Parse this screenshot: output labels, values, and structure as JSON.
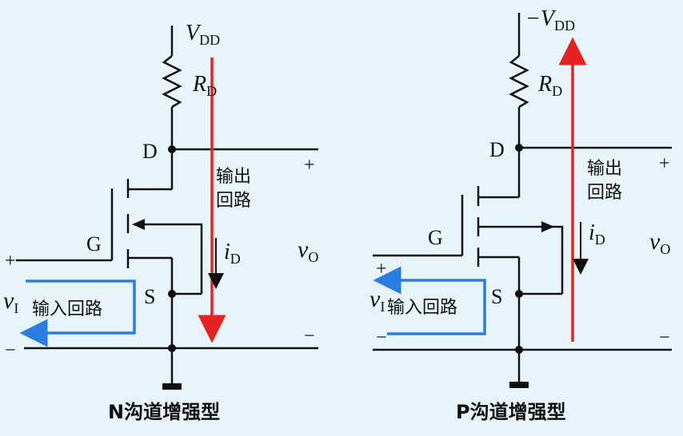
{
  "left_circuit": {
    "supply": "V",
    "supply_sub": "DD",
    "resistor": "R",
    "resistor_sub": "D",
    "drain": "D",
    "gate": "G",
    "source": "S",
    "output_loop_line1": "输出",
    "output_loop_line2": "回路",
    "current": "i",
    "current_sub": "D",
    "output_voltage": "v",
    "output_voltage_sub": "O",
    "input_voltage": "v",
    "input_voltage_sub": "I",
    "input_loop": "输入回路",
    "plus": "+",
    "minus": "−",
    "caption": "N沟道增强型"
  },
  "right_circuit": {
    "supply": "−V",
    "supply_sub": "DD",
    "resistor": "R",
    "resistor_sub": "D",
    "drain": "D",
    "gate": "G",
    "source": "S",
    "output_loop_line1": "输出",
    "output_loop_line2": "回路",
    "current": "i",
    "current_sub": "D",
    "output_voltage": "v",
    "output_voltage_sub": "O",
    "input_voltage": "v",
    "input_voltage_sub": "I",
    "input_loop": "输入回路",
    "plus": "+",
    "minus": "−",
    "caption": "P沟道增强型"
  },
  "colors": {
    "background": "#e8f4fb",
    "wire": "#111111",
    "output_loop_arrow": "#e8231f",
    "input_loop_arrow": "#2a7de1"
  }
}
